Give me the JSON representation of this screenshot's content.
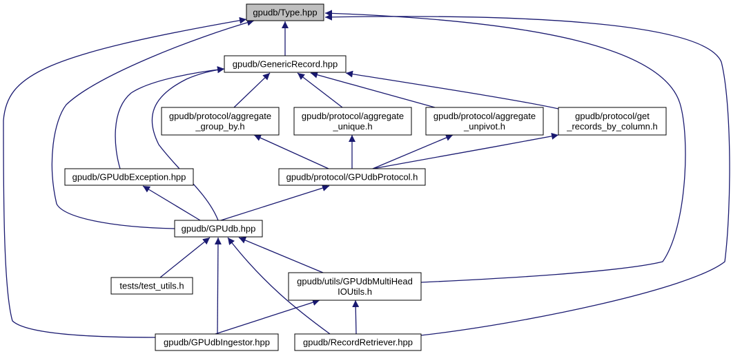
{
  "colors": {
    "edge": "#191970",
    "focus_node_fill": "#bfbfbf",
    "node_fill": "#ffffff",
    "node_border": "#000000"
  },
  "diagram": {
    "type": "include-dependency-graph",
    "focus_node": "type_hpp",
    "nodes": [
      {
        "id": "type_hpp",
        "lines": [
          "gpudb/Type.hpp"
        ],
        "focus": true
      },
      {
        "id": "generic_record",
        "lines": [
          "gpudb/GenericRecord.hpp"
        ]
      },
      {
        "id": "agg_group_by",
        "lines": [
          "gpudb/protocol/aggregate",
          "_group_by.h"
        ]
      },
      {
        "id": "agg_unique",
        "lines": [
          "gpudb/protocol/aggregate",
          "_unique.h"
        ]
      },
      {
        "id": "agg_unpivot",
        "lines": [
          "gpudb/protocol/aggregate",
          "_unpivot.h"
        ]
      },
      {
        "id": "get_records_by_column",
        "lines": [
          "gpudb/protocol/get",
          "_records_by_column.h"
        ]
      },
      {
        "id": "gpudb_exception",
        "lines": [
          "gpudb/GPUdbException.hpp"
        ]
      },
      {
        "id": "gpudb_protocol",
        "lines": [
          "gpudb/protocol/GPUdbProtocol.h"
        ]
      },
      {
        "id": "gpudb_hpp",
        "lines": [
          "gpudb/GPUdb.hpp"
        ]
      },
      {
        "id": "test_utils",
        "lines": [
          "tests/test_utils.h"
        ]
      },
      {
        "id": "multihead_io_utils",
        "lines": [
          "gpudb/utils/GPUdbMultiHead",
          "IOUtils.h"
        ]
      },
      {
        "id": "gpudb_ingestor",
        "lines": [
          "gpudb/GPUdbIngestor.hpp"
        ]
      },
      {
        "id": "record_retriever",
        "lines": [
          "gpudb/RecordRetriever.hpp"
        ]
      }
    ],
    "edges": [
      {
        "from": "generic_record",
        "to": "type_hpp"
      },
      {
        "from": "gpudb_hpp",
        "to": "type_hpp"
      },
      {
        "from": "multihead_io_utils",
        "to": "type_hpp"
      },
      {
        "from": "record_retriever",
        "to": "type_hpp"
      },
      {
        "from": "gpudb_ingestor",
        "to": "type_hpp"
      },
      {
        "from": "agg_group_by",
        "to": "generic_record"
      },
      {
        "from": "agg_unique",
        "to": "generic_record"
      },
      {
        "from": "agg_unpivot",
        "to": "generic_record"
      },
      {
        "from": "get_records_by_column",
        "to": "generic_record"
      },
      {
        "from": "gpudb_exception",
        "to": "generic_record"
      },
      {
        "from": "gpudb_hpp",
        "to": "generic_record"
      },
      {
        "from": "gpudb_protocol",
        "to": "agg_group_by"
      },
      {
        "from": "gpudb_protocol",
        "to": "agg_unique"
      },
      {
        "from": "gpudb_protocol",
        "to": "agg_unpivot"
      },
      {
        "from": "gpudb_protocol",
        "to": "get_records_by_column"
      },
      {
        "from": "gpudb_hpp",
        "to": "gpudb_exception"
      },
      {
        "from": "gpudb_hpp",
        "to": "gpudb_protocol"
      },
      {
        "from": "test_utils",
        "to": "gpudb_hpp"
      },
      {
        "from": "gpudb_ingestor",
        "to": "gpudb_hpp"
      },
      {
        "from": "record_retriever",
        "to": "gpudb_hpp"
      },
      {
        "from": "multihead_io_utils",
        "to": "gpudb_hpp"
      },
      {
        "from": "gpudb_ingestor",
        "to": "multihead_io_utils"
      },
      {
        "from": "record_retriever",
        "to": "multihead_io_utils"
      }
    ]
  }
}
